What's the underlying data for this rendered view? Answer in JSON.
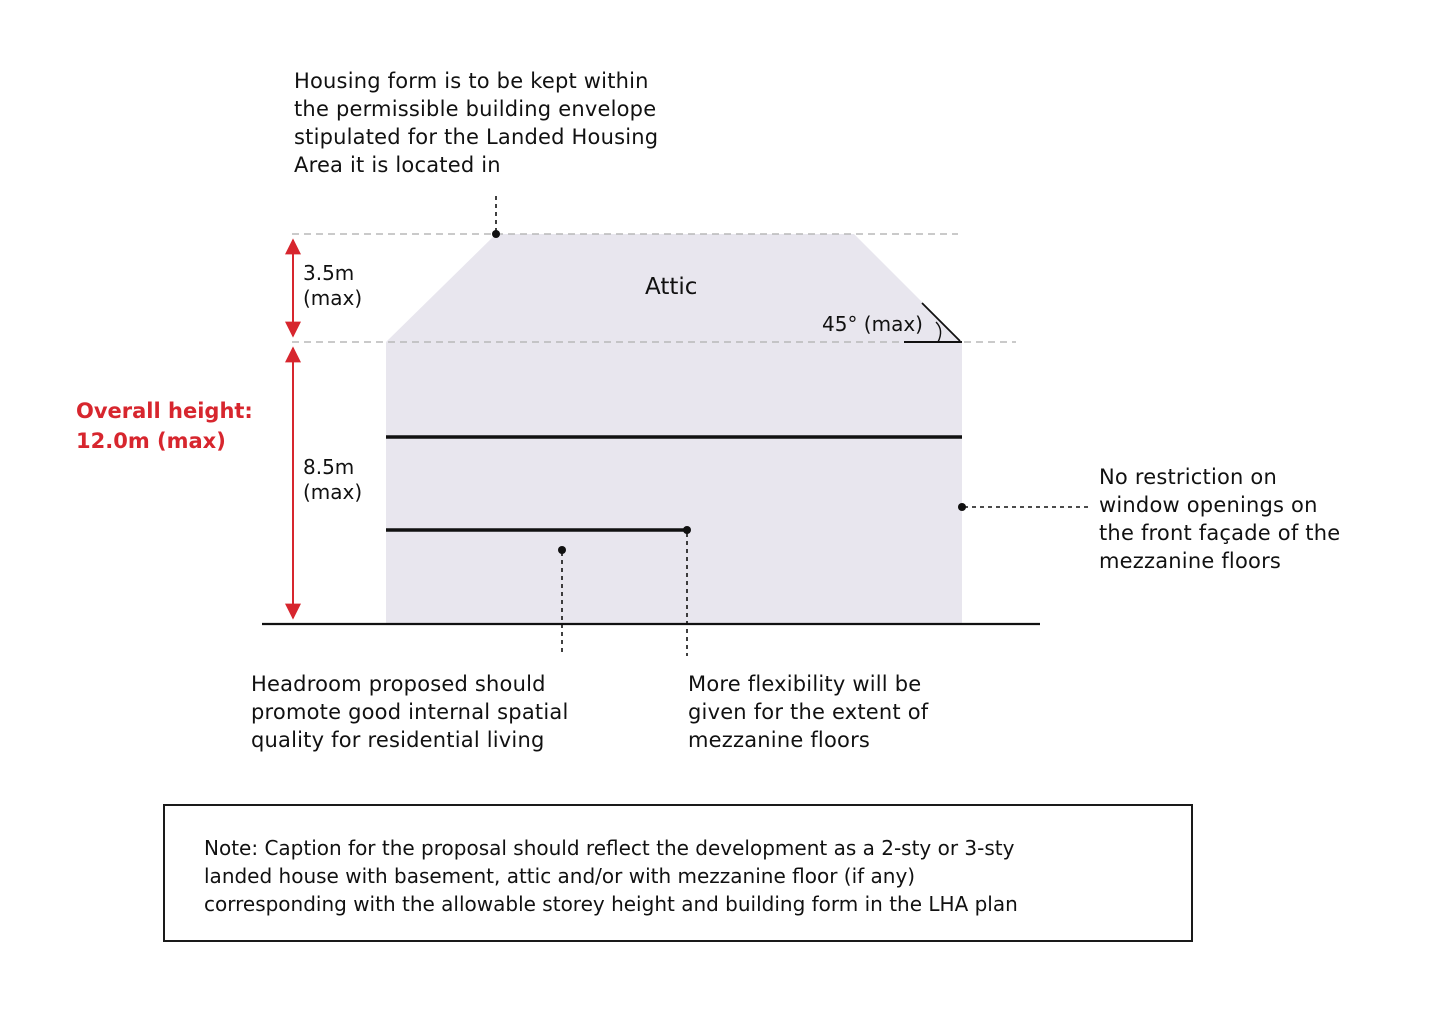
{
  "colors": {
    "background": "#ffffff",
    "envelope_fill": "#e8e6ee",
    "line": "#111111",
    "guide_dash": "#b8b8b8",
    "accent_red": "#d7262e"
  },
  "annotations": {
    "top_envelope": {
      "lines": [
        "Housing form is to be kept within",
        "the permissible building envelope",
        "stipulated for the Landed Housing",
        "Area it is located in"
      ]
    },
    "window_openings": {
      "lines": [
        "No restriction on",
        "window openings on",
        "the front façade of the",
        "mezzanine floors"
      ]
    },
    "headroom": {
      "lines": [
        "Headroom proposed should",
        "promote good internal spatial",
        "quality for residential living"
      ]
    },
    "mezzanine_extent": {
      "lines": [
        "More flexibility will be",
        "given for the extent of",
        "mezzanine floors"
      ]
    }
  },
  "dimensions": {
    "attic_height": {
      "value": "3.5m",
      "qualifier": "(max)"
    },
    "storey_height": {
      "value": "8.5m",
      "qualifier": "(max)"
    },
    "overall_height": {
      "line1": "Overall height:",
      "line2": "12.0m (max)"
    }
  },
  "building": {
    "attic_label": "Attic",
    "roof_angle_label": "45° (max)"
  },
  "note": {
    "lines": [
      "Note: Caption for the proposal should reflect the development as a 2-sty or 3-sty",
      "landed house with basement, attic and/or with mezzanine floor (if any)",
      "corresponding with the allowable storey height and building form in the LHA plan"
    ]
  }
}
